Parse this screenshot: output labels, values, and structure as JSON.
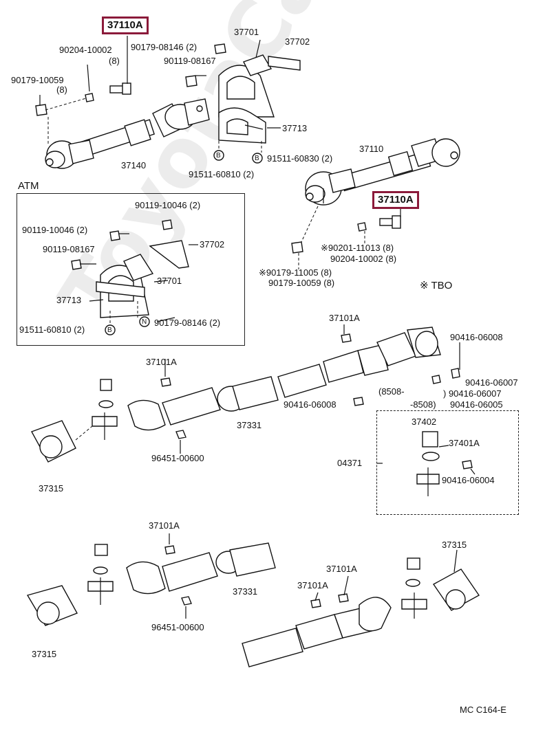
{
  "highlight_color": "#8b1a3a",
  "highlights": [
    "37110A",
    "37110A"
  ],
  "sections": {
    "atm": "ATM",
    "tbo": "※ TBO"
  },
  "labels": {
    "p37701_top": "37701",
    "p37702_top": "37702",
    "p90179_08146_top": "90179-08146 (2)",
    "p90204_10002_top": "90204-10002",
    "p90204_10002_top_qty": "(8)",
    "p90119_08167_top": "90119-08167",
    "p90179_10059_top": "90179-10059",
    "p90179_10059_top_qty": "(8)",
    "p37713_top": "37713",
    "p37140": "37140",
    "p91511_60830": "91511-60830 (2)",
    "p91511_60810_top": "91511-60810 (2)",
    "p37110": "37110",
    "atm_90119_10046_a": "90119-10046 (2)",
    "atm_90119_10046_b": "90119-10046 (2)",
    "atm_90119_08167": "90119-08167",
    "atm_37702": "37702",
    "atm_37701": "37701",
    "atm_37713": "37713",
    "atm_91511_60810": "91511-60810 (2)",
    "atm_90179_08146": "90179-08146 (2)",
    "r_90201_11013": "※90201-11013 (8)",
    "r_90204_10002": "90204-10002 (8)",
    "r_90179_11005": "※90179-11005 (8)",
    "r_90179_10059": "90179-10059 (8)",
    "m_37101A_a": "37101A",
    "m_90416_06008_a": "90416-06008",
    "m_37101A_b": "37101A",
    "m_90416_06007_a": "90416-06007",
    "m_90416_06007_b": ") 90416-06007",
    "m_8508_a": "(8508-",
    "m_90416_06008_b": "90416-06008",
    "m_8508_b": "-8508)",
    "m_90416_06005": "90416-06005",
    "m_37331": "37331",
    "m_96451_00600": "96451-00600",
    "m_37402": "37402",
    "m_37401A": "37401A",
    "m_04371": "04371",
    "m_90416_06004": "90416-06004",
    "m_37315": "37315",
    "b_37101A_a": "37101A",
    "b_37315_right": "37315",
    "b_37101A_b": "37101A",
    "b_37101A_c": "37101A",
    "b_37331": "37331",
    "b_96451_00600": "96451-00600",
    "b_37315_left": "37315",
    "ref_code": "MC  C164-E"
  },
  "markers": {
    "b": "B",
    "n": "N"
  },
  "watermark": "ToyotaCarInfo.ru"
}
